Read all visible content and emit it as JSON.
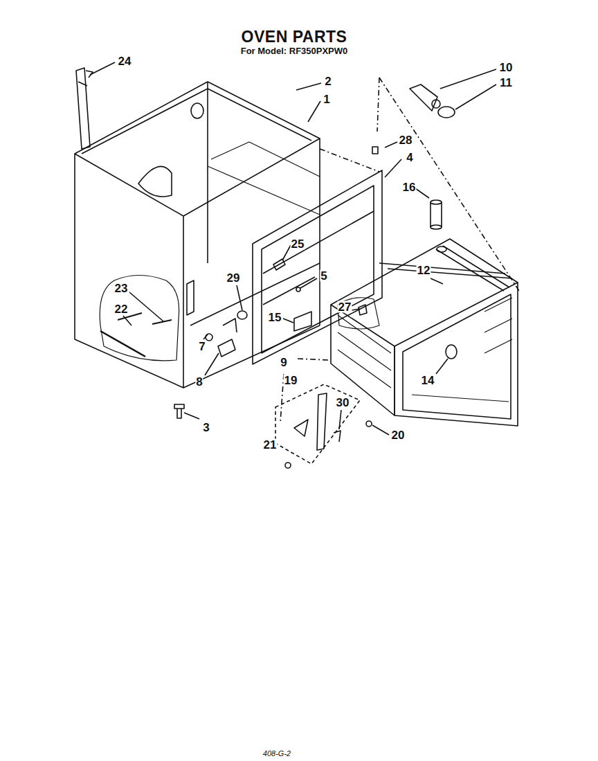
{
  "diagram": {
    "title": "OVEN PARTS",
    "labels": [
      "For Model: RF350PXPW0",
      "24",
      "2",
      "1",
      "10",
      "11",
      "28",
      "4",
      "16",
      "25",
      "12",
      "29",
      "5",
      "23",
      "22",
      "27",
      "15",
      "7",
      "8",
      "9",
      "19",
      "30",
      "14",
      "20",
      "21",
      "3",
      "408-G-2"
    ]
  }
}
